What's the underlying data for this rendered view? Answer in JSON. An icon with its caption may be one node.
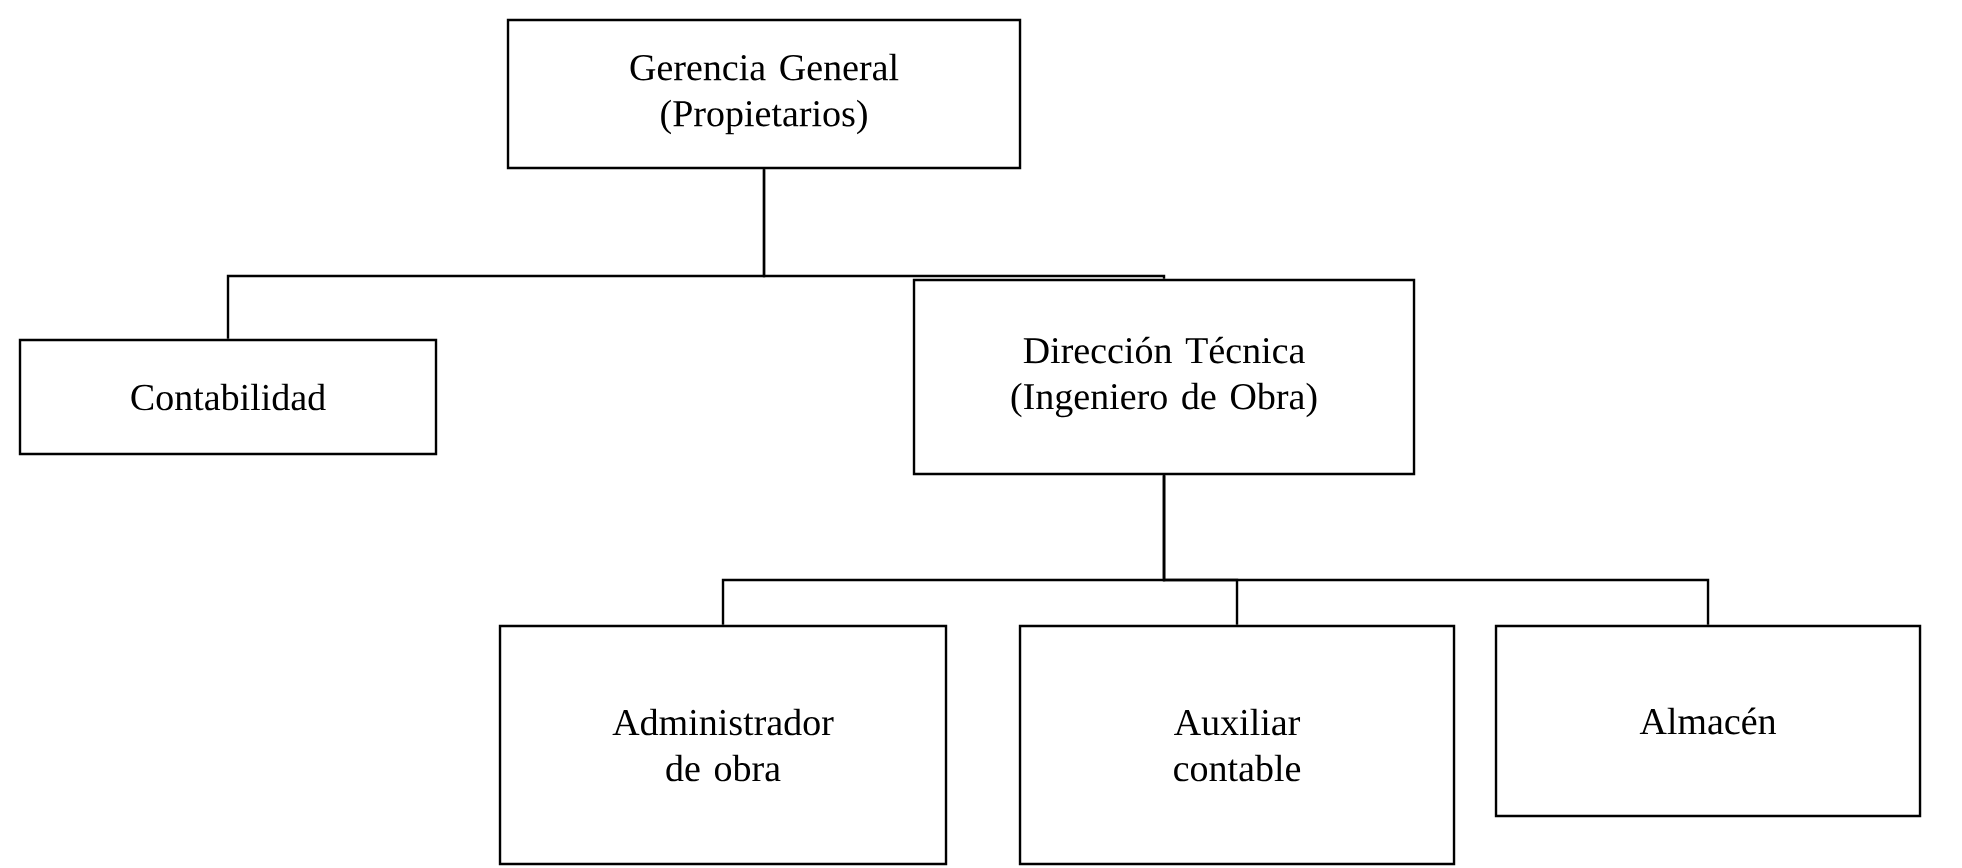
{
  "diagram": {
    "nodes": [
      {
        "text": [
          "Gerencia General (Propietarios)"
        ]
      },
      {
        "text": [
          "Contabilidad"
        ]
      },
      {
        "text": [
          "Dirección Técnica (Ingeniero de Obra)"
        ]
      },
      {
        "text": [
          "Administrador de obra"
        ]
      },
      {
        "text": [
          "Auxiliar contable"
        ]
      },
      {
        "text": [
          "Almacén"
        ]
      }
    ],
    "edges": [
      {
        "from": 0,
        "to": 1,
        "arrow": "none"
      },
      {
        "from": 0,
        "to": 2,
        "arrow": "none"
      },
      {
        "from": 2,
        "to": 3,
        "arrow": "none"
      },
      {
        "from": 2,
        "to": 4,
        "arrow": "none"
      },
      {
        "from": 2,
        "to": 5,
        "arrow": "none"
      }
    ]
  }
}
